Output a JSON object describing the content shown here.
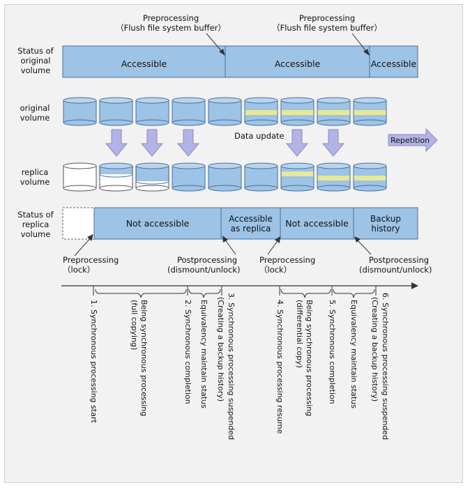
{
  "labels": {
    "status_original": [
      "Status of",
      "original",
      "volume"
    ],
    "original_volume": [
      "original",
      "volume"
    ],
    "replica_volume": [
      "replica",
      "volume"
    ],
    "status_replica": [
      "Status of",
      "replica",
      "volume"
    ]
  },
  "flush_callouts": [
    {
      "line1": "Preprocessing",
      "line2": "（Flush file system buffer）"
    },
    {
      "line1": "Preprocessing",
      "line2": "（Flush file system buffer）"
    }
  ],
  "original_status_segments": [
    "Accessible",
    "Accessible",
    "Accessible"
  ],
  "data_update_label": "Data update",
  "repetition_label": "Repetition",
  "replica_status_segments": [
    "Not accessible",
    "Accessible as replica",
    "Not accessible",
    "Backup history"
  ],
  "replica_status_lines": {
    "accessible_as_replica": [
      "Accessible",
      "as replica"
    ],
    "backup_history": [
      "Backup",
      "history"
    ]
  },
  "process_callouts": [
    {
      "line1": "Preprocessing",
      "line2": "（lock）"
    },
    {
      "line1": "Postprocessing",
      "line2": "(dismount/unlock)"
    },
    {
      "line1": "Preprocessing",
      "line2": "（lock）"
    },
    {
      "line1": "Postprocessing",
      "line2": "(dismount/unlock)"
    }
  ],
  "timeline_events": [
    "1.  Synchronous processing start",
    "Being synchronous processing",
    "(full copying)",
    "2. Synchronous completion",
    "Equivalency maintain status",
    "3. Synchronous processing suspended",
    "(Creating a backup history)",
    "4. Synchronous processing resume",
    "Being synchronous processing",
    "(differential copy)",
    "5. Synchronous completion",
    "Equivalency maintain status",
    "6. Synchronous processing suspended",
    "(Creating a backup history)"
  ],
  "colors": {
    "volume_fill": "#9dc3e6",
    "volume_stroke": "#4a6f99",
    "stripe": "#e6e89a",
    "arrow_fill": "#b3b3e6",
    "background": "#f2f2f2"
  }
}
